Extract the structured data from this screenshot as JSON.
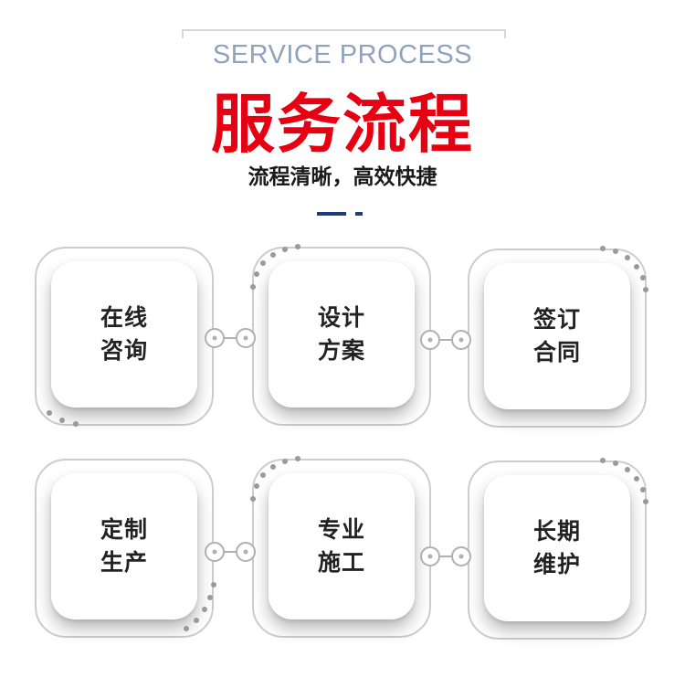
{
  "header": {
    "subtitle_en": "SERVICE PROCESS",
    "title": "服务流程",
    "tagline": "流程清晰，高效快捷"
  },
  "colors": {
    "title": "#e60012",
    "subtitle": "#8fa3bd",
    "accent_dash": "#1e3d7a",
    "card_border": "#cdcdcd",
    "connector": "#b0b0b0"
  },
  "steps": [
    {
      "line1": "在线",
      "line2": "咨询"
    },
    {
      "line1": "设计",
      "line2": "方案"
    },
    {
      "line1": "签订",
      "line2": "合同"
    },
    {
      "line1": "定制",
      "line2": "生产"
    },
    {
      "line1": "专业",
      "line2": "施工"
    },
    {
      "line1": "长期",
      "line2": "维护"
    }
  ]
}
